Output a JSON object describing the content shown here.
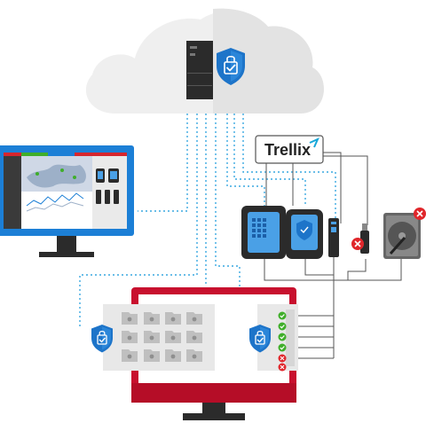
{
  "brand": {
    "name": "Trellix",
    "text": "Trellix",
    "color": "#222222",
    "accent": "#17a7d8"
  },
  "colors": {
    "cloud": "#eeeeee",
    "cloud_shadow": "#e2e2e2",
    "monitor_blue": "#1c7fd6",
    "monitor_red": "#c8102e",
    "stand": "#2b2b2b",
    "shield": "#1d74c9",
    "connector_dotted": "#3aa8e0",
    "connector_solid": "#555555",
    "ok": "#3fae2a",
    "error": "#e0262b",
    "device_blue": "#4aa0e6",
    "panel_gray": "#e8e8e8"
  },
  "icons": {
    "cloud": "cloud-icon",
    "server": "server-icon",
    "shield": "shield-check-icon",
    "hard_drive": "hard-drive-icon",
    "usb": "usb-drive-icon",
    "tablet": "tablet-icon",
    "phone": "phone-icon",
    "remove": "remove-x-icon",
    "check": "check-icon"
  },
  "status_list": [
    "ok",
    "ok",
    "ok",
    "ok",
    "error",
    "error"
  ]
}
